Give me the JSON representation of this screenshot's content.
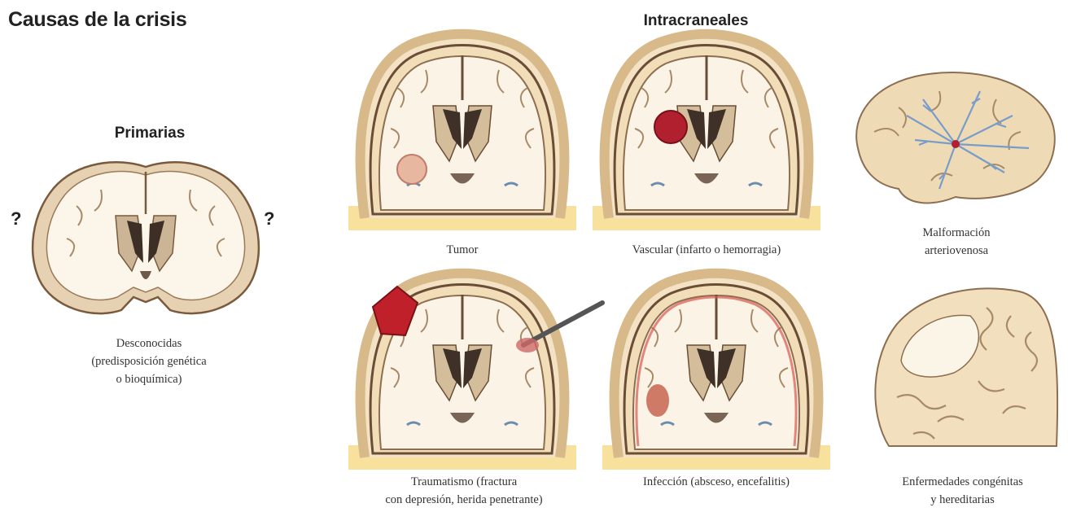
{
  "title": "Causas de la crisis",
  "sections": {
    "primary": {
      "heading": "Primarias",
      "question_mark": "?",
      "caption_lines": [
        "Desconocidas",
        "(predisposición genética",
        "o bioquímica)"
      ]
    },
    "intracranial": {
      "heading": "Intracraneales",
      "panels": {
        "tumor": {
          "caption_lines": [
            "Tumor"
          ]
        },
        "vascular": {
          "caption_lines": [
            "Vascular (infarto o hemorragia)"
          ]
        },
        "avm": {
          "caption_lines": [
            "Malformación",
            "arteriovenosa"
          ]
        },
        "trauma": {
          "caption_lines": [
            "Traumatismo (fractura",
            "con depresión, herida penetrante)"
          ]
        },
        "infection": {
          "caption_lines": [
            "Infección (absceso, encefalitis)"
          ]
        },
        "congenital": {
          "caption_lines": [
            "Enfermedades congénitas",
            "y hereditarias"
          ]
        }
      }
    }
  }
}
